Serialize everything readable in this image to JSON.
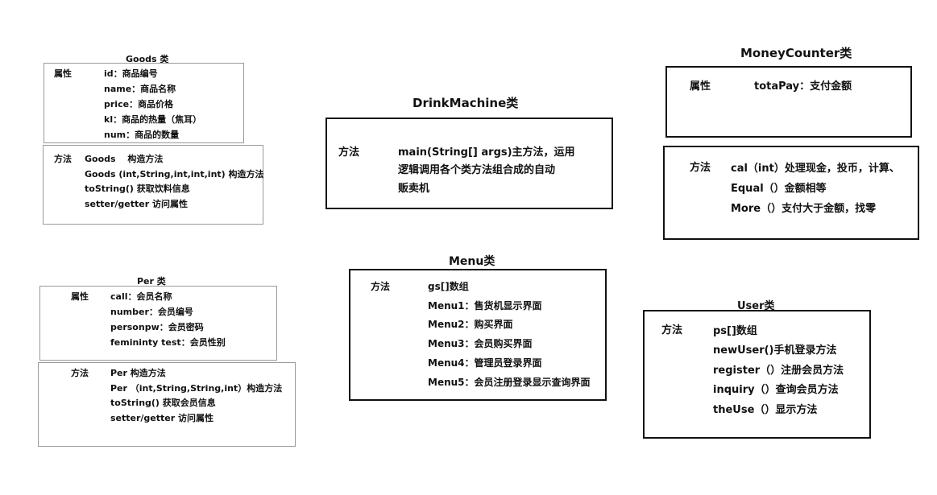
{
  "goods": {
    "title": "Goods 类",
    "attr_label": "属性",
    "attrs": [
      "id：商品编号",
      "name：商品名称",
      "price：商品价格",
      "kl：商品的热量（焦耳）",
      "num：商品的数量"
    ],
    "method_label": "方法",
    "methods": [
      "Goods　 构造方法",
      "Goods (int,String,int,int,int) 构造方法",
      "toString()  获取饮料信息",
      "setter/getter  访问属性"
    ]
  },
  "per": {
    "title": "Per 类",
    "attr_label": "属性",
    "attrs": [
      "call：会员名称",
      "number：会员编号",
      "personpw：会员密码",
      "femininty test：会员性别"
    ],
    "method_label": "方法",
    "methods": [
      "Per  构造方法",
      "Per （int,String,String,int）构造方法",
      "toString() 获取会员信息",
      "setter/getter  访问属性"
    ]
  },
  "drink": {
    "title": "DrinkMachine类",
    "method_label": "方法",
    "lines": [
      "main(String[] args)主方法，运用",
      "逻辑调用各个类方法组合成的自动",
      "贩卖机"
    ]
  },
  "menu": {
    "title": "Menu类",
    "method_label": "方法",
    "lines": [
      "gs[]数组",
      "Menu1：售货机显示界面",
      "Menu2：购买界面",
      "Menu3：会员购买界面",
      "Menu4：管理员登录界面",
      "Menu5：会员注册登录显示查询界面"
    ]
  },
  "money": {
    "title": "MoneyCounter类",
    "attr_label": "属性",
    "attr": "totaPay：支付金额",
    "method_label": "方法",
    "methods": [
      "cal（int）处理现金，投币，计算、",
      "Equal（）金额相等",
      "More（）支付大于金额，找零"
    ]
  },
  "user": {
    "title": "User类",
    "method_label": "方法",
    "lines": [
      "ps[]数组",
      "newUser()手机登录方法",
      "register（）注册会员方法",
      "inquiry（）查询会员方法",
      "theUse（）显示方法"
    ]
  }
}
